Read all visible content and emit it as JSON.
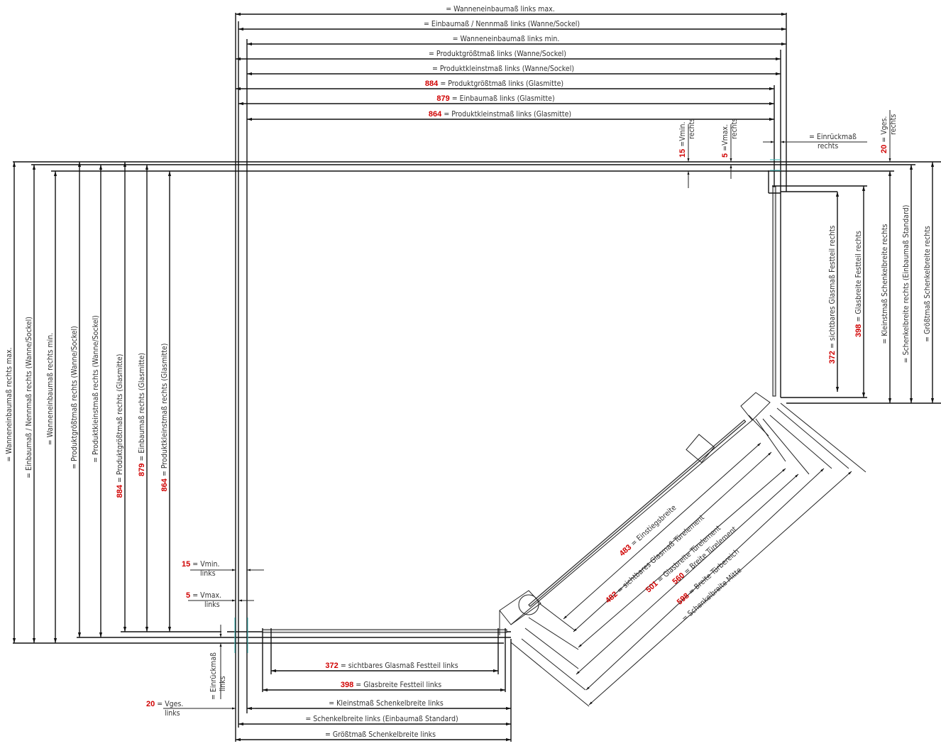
{
  "title": "Eckdusche Fünfeck – Maßzeichnung",
  "colors": {
    "line": "#111111",
    "value": "#d00000",
    "label": "#333333",
    "marker": "#3bb8b8"
  },
  "top_dims": [
    {
      "value": "",
      "label": "= Wanneneinbaumaß links max."
    },
    {
      "value": "",
      "label": "= Einbaumaß / Nennmaß links (Wanne/Sockel)"
    },
    {
      "value": "",
      "label": "= Wanneneinbaumaß links min."
    },
    {
      "value": "",
      "label": "= Produktgrößtmaß links (Wanne/Sockel)"
    },
    {
      "value": "",
      "label": "= Produktkleinstmaß links (Wanne/Sockel)"
    },
    {
      "value": "884",
      "label": "= Produktgrößtmaß links (Glasmitte)"
    },
    {
      "value": "879",
      "label": "= Einbaumaß links (Glasmitte)"
    },
    {
      "value": "864",
      "label": "= Produktkleinstmaß links (Glasmitte)"
    }
  ],
  "left_dims": [
    {
      "value": "",
      "label": "= Wanneneinbaumaß rechts max."
    },
    {
      "value": "",
      "label": "= Einbaumaß / Nennmaß rechts (Wanne/Sockel)"
    },
    {
      "value": "",
      "label": "= Wanneneinbaumaß rechts min."
    },
    {
      "value": "",
      "label": "= Produktgrößtmaß rechts (Wanne/Sockel)"
    },
    {
      "value": "",
      "label": "= Produktkleinstmaß rechts (Wanne/Sockel)"
    },
    {
      "value": "884",
      "label": "= Produktgrößtmaß rechts (Glasmitte)"
    },
    {
      "value": "879",
      "label": "= Einbaumaß rechts (Glasmitte)"
    },
    {
      "value": "864",
      "label": "= Produktkleinstmaß rechts (Glasmitte)"
    }
  ],
  "right_dims": [
    {
      "value": "372",
      "label": "= sichtbares Glasmaß Festteil rechts"
    },
    {
      "value": "398",
      "label": "= Glasbreite Festteil rechts"
    },
    {
      "value": "",
      "label": "= Kleinstmaß Schenkelbreite rechts"
    },
    {
      "value": "",
      "label": "= Schenkelbreite rechts (Einbaumaß Standard)"
    },
    {
      "value": "",
      "label": "= Größtmaß Schenkelbreite rechts"
    }
  ],
  "bottom_dims": [
    {
      "value": "372",
      "label": "= sichtbares Glasmaß Festteil links"
    },
    {
      "value": "398",
      "label": "= Glasbreite Festteil links"
    },
    {
      "value": "",
      "label": "= Kleinstmaß Schenkelbreite links"
    },
    {
      "value": "",
      "label": "= Schenkelbreite links (Einbaumaß Standard)"
    },
    {
      "value": "",
      "label": "= Größtmaß Schenkelbreite links"
    }
  ],
  "diagonal_dims": [
    {
      "value": "483",
      "label": "= Einstiegsbreite"
    },
    {
      "value": "482",
      "label": "= sichtbares Glasmaß Türelement"
    },
    {
      "value": "501",
      "label": "= Glasbreite Türelement"
    },
    {
      "value": "560",
      "label": "= Breite Türelement"
    },
    {
      "value": "598",
      "label": "= Breite Türbereich"
    },
    {
      "value": "",
      "label": "= Schenkelbreite Mitte"
    }
  ],
  "offsets": {
    "vmin_rechts": {
      "value": "15",
      "label": "=Vmin.",
      "sub": "rechts"
    },
    "vmax_rechts": {
      "value": "5",
      "label": "=Vmax.",
      "sub": "rechts"
    },
    "einrueck_rechts": {
      "label": "= Einrückmaß",
      "sub": "rechts"
    },
    "vges_rechts": {
      "value": "20",
      "label": "= Vges.",
      "sub": "rechts"
    },
    "vmin_links": {
      "value": "15",
      "label": "= Vmin.",
      "sub": "links"
    },
    "vmax_links": {
      "value": "5",
      "label": "= Vmax.",
      "sub": "links"
    },
    "einrueck_links": {
      "label": "= Einrückmaß",
      "sub": "links"
    },
    "vges_links": {
      "value": "20",
      "label": "= Vges.",
      "sub": "links"
    }
  }
}
